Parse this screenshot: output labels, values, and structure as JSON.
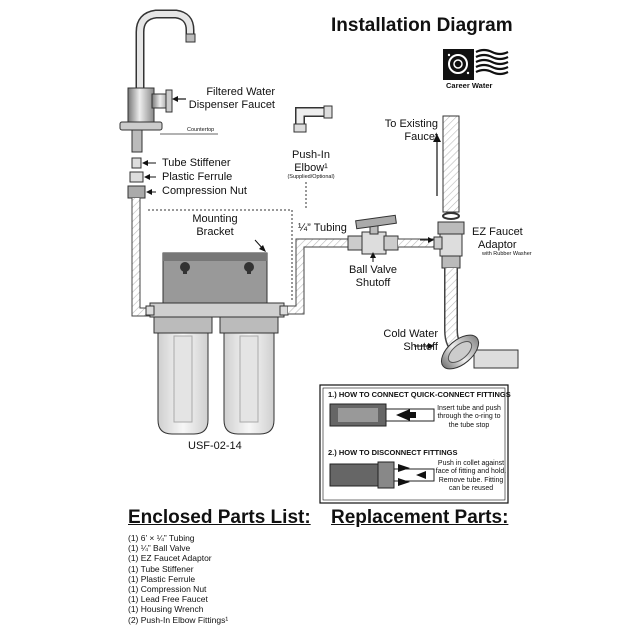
{
  "title": "Installation Diagram",
  "brand": {
    "name": "Career Water"
  },
  "labels": {
    "faucet_line1": "Filtered Water",
    "faucet_line2": "Dispenser Faucet",
    "countertop": "Countertop",
    "tube_stiffener": "Tube Stiffener",
    "plastic_ferrule": "Plastic Ferrule",
    "compression_nut": "Compression Nut",
    "push_in_line1": "Push-In",
    "push_in_line2": "Elbow¹",
    "push_in_note": "(Supplied/Optional)",
    "to_existing_line1": "To Existing",
    "to_existing_line2": "Faucet",
    "mounting_line1": "Mounting",
    "mounting_line2": "Bracket",
    "tubing": "¼” Tubing",
    "ez_line1": "EZ Faucet",
    "ez_line2": "Adaptor",
    "ez_note": "with Rubber Washer",
    "ball_valve_line1": "Ball Valve",
    "ball_valve_line2": "Shutoff",
    "cold_line1": "Cold Water",
    "cold_line2": "Shutoff",
    "model": "USF-02-14"
  },
  "howto": {
    "connect_title": "1.)  HOW TO CONNECT QUICK-CONNECT FITTINGS",
    "connect_text": [
      "Insert tube and push",
      "through the o-ring to",
      "the tube stop"
    ],
    "disconnect_title": "2.)  HOW TO DISCONNECT FITTINGS",
    "disconnect_text": [
      "Push in collet against",
      "face of fitting and hold.",
      "Remove tube. Fitting",
      "can be reused"
    ]
  },
  "enclosed": {
    "heading": "Enclosed Parts List:",
    "items": [
      "(1) 6’ × ¼” Tubing",
      "(1) ¼” Ball Valve",
      "(1) EZ Faucet Adaptor",
      "(1) Tube Stiffener",
      "(1) Plastic Ferrule",
      "(1) Compression Nut",
      "(1) Lead Free Faucet",
      "(1) Housing Wrench",
      "(2) Push-In Elbow Fittings¹"
    ]
  },
  "replacement": {
    "heading": "Replacement Parts:"
  }
}
